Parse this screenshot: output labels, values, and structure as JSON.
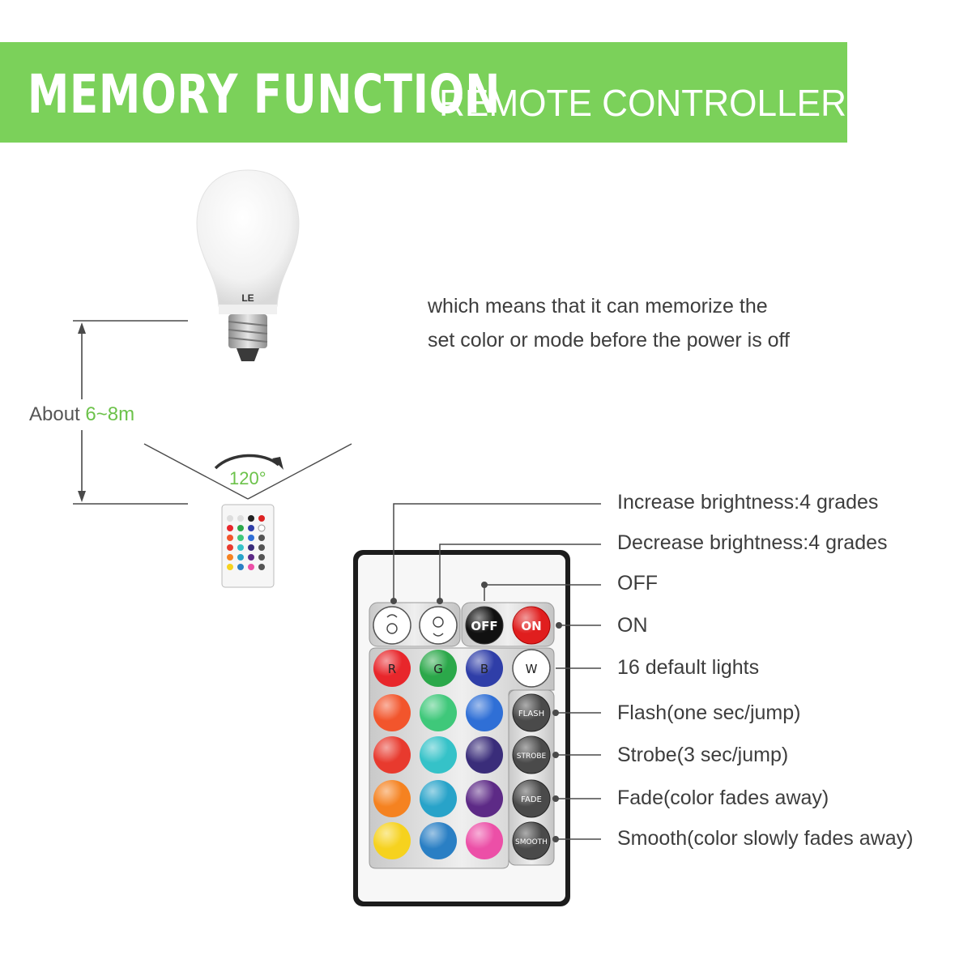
{
  "banner": {
    "title": "MEMORY FUNCTION",
    "subtitle": "REMOTE CONTROLLER",
    "color": "#7bd15a"
  },
  "description": {
    "line1": "which means that it can memorize the",
    "line2": "set color or mode before the power is off"
  },
  "range": {
    "prefix": "About",
    "distance": "6~8m",
    "angle": "120°"
  },
  "bulb": {
    "logo": "LE"
  },
  "callouts": [
    "Increase brightness:4 grades",
    "Decrease brightness:4 grades",
    "OFF",
    "ON",
    "16 default lights",
    "Flash(one sec/jump)",
    "Strobe(3 sec/jump)",
    "Fade(color fades away)",
    "Smooth(color slowly fades away)"
  ],
  "remote": {
    "top_buttons": [
      "",
      "",
      "OFF",
      "ON"
    ],
    "color_keys": [
      "R",
      "G",
      "B",
      "W"
    ],
    "mode_buttons": [
      "FLASH",
      "STROBE",
      "FADE",
      "SMOOTH"
    ],
    "grid_colors": [
      [
        "#e8262b",
        "#2ba84a",
        "#2f3ea8"
      ],
      [
        "#f2552c",
        "#3fc87a",
        "#2f6fd6"
      ],
      [
        "#e83a2e",
        "#35c2c8",
        "#3a2d7a"
      ],
      [
        "#f58220",
        "#28a3c9",
        "#5d2a86"
      ],
      [
        "#f6d21e",
        "#2a7fc4",
        "#ec4fa7"
      ]
    ]
  }
}
